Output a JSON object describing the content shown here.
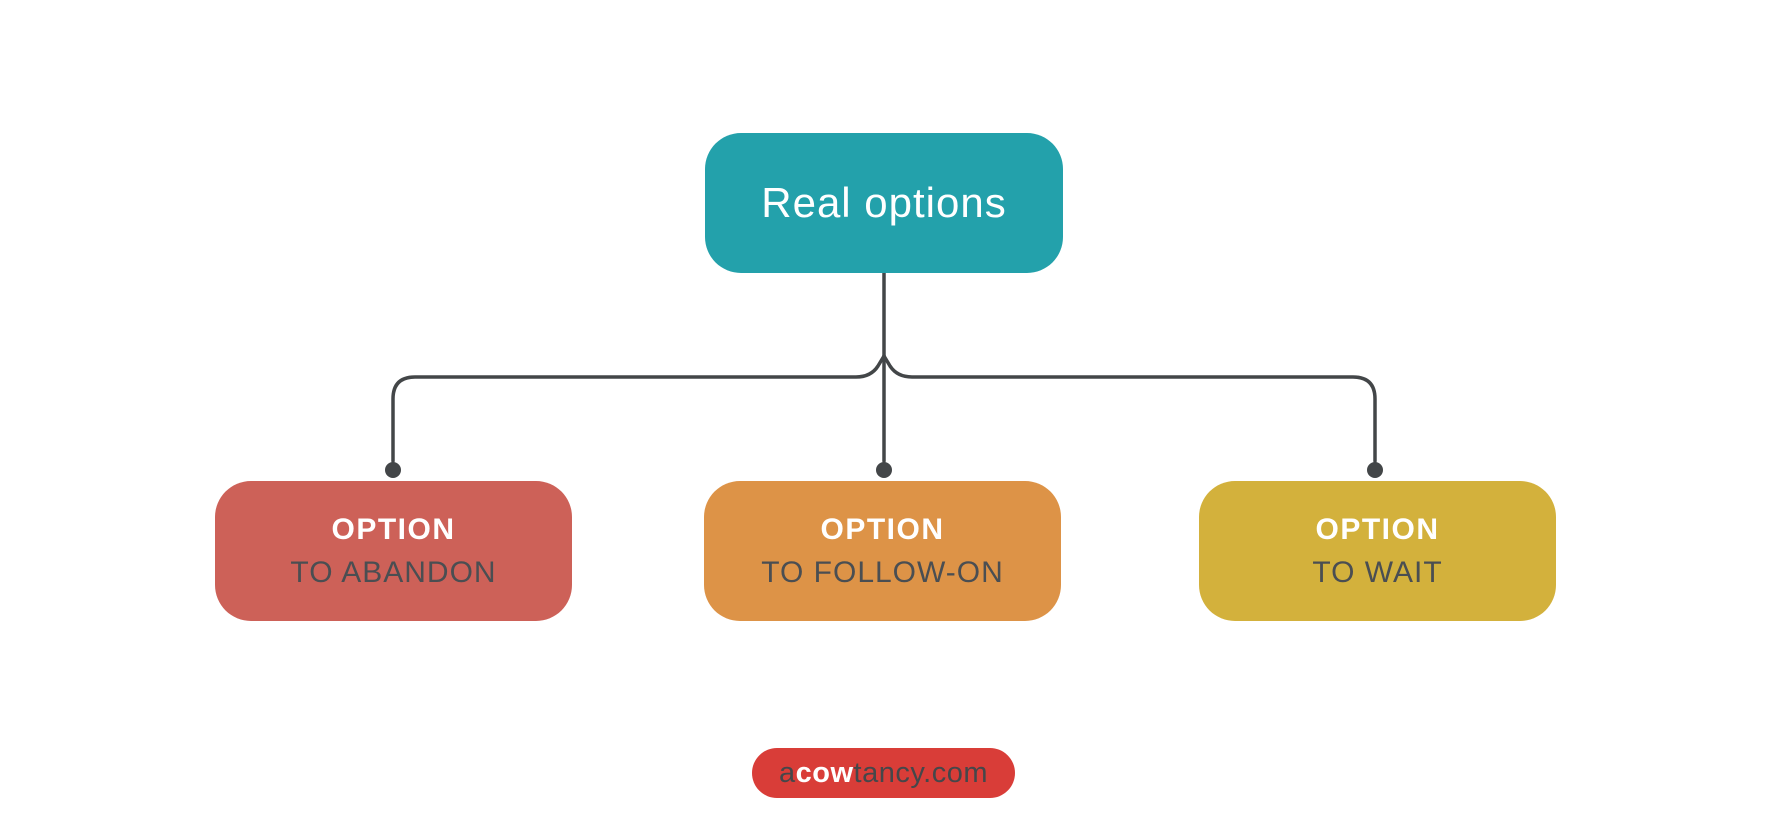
{
  "diagram": {
    "root": {
      "label": "Real options",
      "color": "#23a1ab",
      "text_color": "#ffffff"
    },
    "children": [
      {
        "title": "OPTION",
        "subtitle": "TO ABANDON",
        "color": "#cd6158"
      },
      {
        "title": "OPTION",
        "subtitle": "TO FOLLOW-ON",
        "color": "#dd9347"
      },
      {
        "title": "OPTION",
        "subtitle": "TO WAIT",
        "color": "#d3b13c"
      }
    ],
    "title_color": "#ffffff",
    "subtitle_color": "#4a4e52",
    "connector_color": "#434648"
  },
  "footer": {
    "prefix": "a",
    "bold": "cow",
    "suffix": "tancy.com",
    "color": "#d93d38",
    "text_dark": "#45474a",
    "text_light": "#ffffff"
  }
}
